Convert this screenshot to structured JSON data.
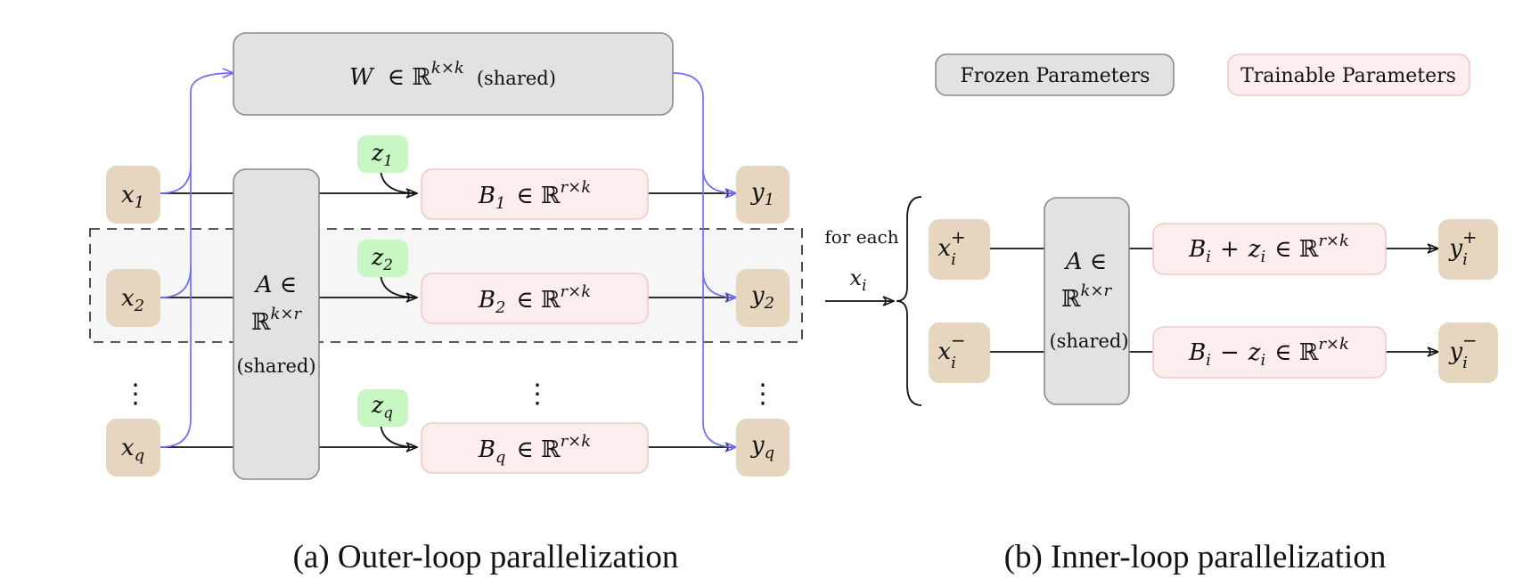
{
  "colors": {
    "io_fill": "#e6d5bf",
    "frozen_fill": "#e2e2e2",
    "frozen_stroke": "#8a8a8a",
    "trainable_fill": "#fdeeee",
    "trainable_stroke": "#f1c9c9",
    "noise_fill": "#c9f7c4",
    "route_arrow": "#6e6ef2",
    "dashed_band_fill": "#f6f6f6"
  },
  "legend": {
    "frozen": "Frozen Parameters",
    "trainable": "Trainable Parameters"
  },
  "outer": {
    "W": {
      "var": "W",
      "set": "∈  ℝ",
      "sup": "k×k",
      "note": "(shared)"
    },
    "A": {
      "line1": "A ∈",
      "set": "ℝ",
      "sup": "k×r",
      "note": "(shared)"
    },
    "inputs": [
      {
        "base": "x",
        "sub": "1"
      },
      {
        "base": "x",
        "sub": "2"
      },
      {
        "base": "x",
        "sub": "q"
      }
    ],
    "outputs": [
      {
        "base": "y",
        "sub": "1"
      },
      {
        "base": "y",
        "sub": "2"
      },
      {
        "base": "y",
        "sub": "q"
      }
    ],
    "noises": [
      {
        "base": "z",
        "sub": "1"
      },
      {
        "base": "z",
        "sub": "2"
      },
      {
        "base": "z",
        "sub": "q"
      }
    ],
    "B_boxes": [
      {
        "base": "B",
        "sub": "1",
        "rest": "∈  ℝ",
        "sup": "r×k"
      },
      {
        "base": "B",
        "sub": "2",
        "rest": "∈  ℝ",
        "sup": "r×k"
      },
      {
        "base": "B",
        "sub": "q",
        "rest": "∈  ℝ",
        "sup": "r×k"
      }
    ],
    "ellipsis": "⋮",
    "caption": "(a) Outer-loop parallelization"
  },
  "connector": {
    "text": "for each",
    "var": "x",
    "sub": "i"
  },
  "inner": {
    "A": {
      "line1": "A ∈",
      "set": "ℝ",
      "sup": "k×r",
      "note": "(shared)"
    },
    "inputs": [
      {
        "base": "x",
        "sub": "i",
        "sup": "+"
      },
      {
        "base": "x",
        "sub": "i",
        "sup": "−"
      }
    ],
    "outputs": [
      {
        "base": "y",
        "sub": "i",
        "sup": "+"
      },
      {
        "base": "y",
        "sub": "i",
        "sup": "−"
      }
    ],
    "B_boxes": [
      {
        "base": "B",
        "sub": "i",
        "op": "+",
        "z": "z",
        "zsub": "i",
        "rest": "∈ ℝ",
        "sup": "r×k"
      },
      {
        "base": "B",
        "sub": "i",
        "op": "−",
        "z": "z",
        "zsub": "i",
        "rest": "∈ ℝ",
        "sup": "r×k"
      }
    ],
    "caption": "(b) Inner-loop parallelization"
  }
}
